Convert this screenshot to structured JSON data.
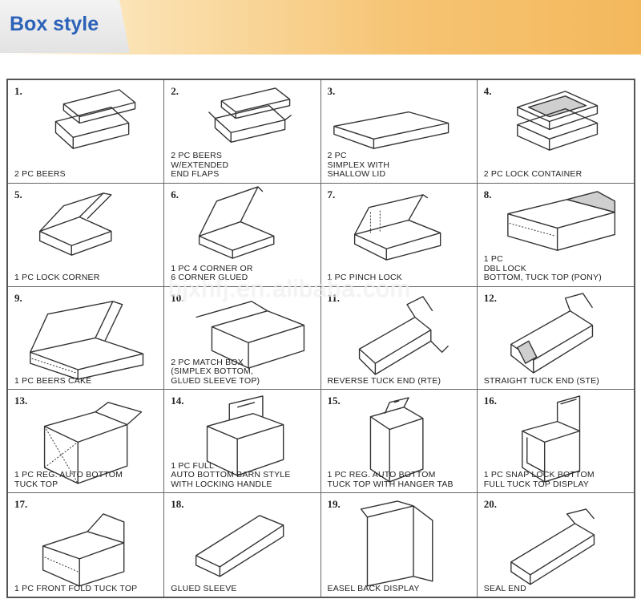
{
  "header": {
    "title": "Box style"
  },
  "watermark": "bjxhfj.en.alibaba.com",
  "styles": [
    {
      "num": "1.",
      "label": [
        "2 PC BEERS"
      ],
      "icon": "two-piece-tray-box-icon"
    },
    {
      "num": "2.",
      "label": [
        "2 PC BEERS",
        "W/EXTENDED",
        "END FLAPS"
      ],
      "icon": "two-piece-flap-tray-box-icon"
    },
    {
      "num": "3.",
      "label": [
        "2 PC",
        "SIMPLEX WITH",
        "SHALLOW LID"
      ],
      "icon": "shallow-lid-box-icon"
    },
    {
      "num": "4.",
      "label": [
        "2 PC LOCK CONTAINER"
      ],
      "icon": "lock-container-box-icon"
    },
    {
      "num": "5.",
      "label": [
        "1 PC LOCK CORNER"
      ],
      "icon": "lock-corner-box-icon"
    },
    {
      "num": "6.",
      "label": [
        "1 PC 4 CORNER OR",
        "6 CORNER GLUED"
      ],
      "icon": "corner-glued-box-icon"
    },
    {
      "num": "7.",
      "label": [
        "1 PC PINCH LOCK"
      ],
      "icon": "pinch-lock-box-icon"
    },
    {
      "num": "8.",
      "label": [
        "1 PC",
        "DBL LOCK",
        "BOTTOM, TUCK TOP (PONY)"
      ],
      "icon": "double-lock-box-icon"
    },
    {
      "num": "9.",
      "label": [
        "1 PC BEERS CAKE"
      ],
      "icon": "cake-box-icon"
    },
    {
      "num": "10.",
      "label": [
        "2 PC MATCH BOX",
        "(SIMPLEX BOTTOM,",
        "GLUED SLEEVE TOP)"
      ],
      "icon": "match-box-icon"
    },
    {
      "num": "11.",
      "label": [
        "REVERSE TUCK END (RTE)"
      ],
      "icon": "reverse-tuck-end-box-icon"
    },
    {
      "num": "12.",
      "label": [
        "STRAIGHT TUCK END (STE)"
      ],
      "icon": "straight-tuck-end-box-icon"
    },
    {
      "num": "13.",
      "label": [
        "1 PC REG. AUTO BOTTOM",
        "TUCK TOP"
      ],
      "icon": "auto-bottom-box-icon"
    },
    {
      "num": "14.",
      "label": [
        "1 PC  FULL",
        "AUTO BOTTOM BARN STYLE",
        "WITH LOCKING HANDLE"
      ],
      "icon": "barn-handle-box-icon"
    },
    {
      "num": "15.",
      "label": [
        "1 PC REG. AUTO BOTTOM",
        "TUCK TOP WITH HANGER TAB"
      ],
      "icon": "hanger-tab-box-icon"
    },
    {
      "num": "16.",
      "label": [
        "1 PC SNAP LOCK BOTTOM",
        "FULL TUCK TOP DISPLAY"
      ],
      "icon": "display-box-icon"
    },
    {
      "num": "17.",
      "label": [
        "1 PC FRONT FOLD TUCK TOP"
      ],
      "icon": "front-fold-box-icon"
    },
    {
      "num": "18.",
      "label": [
        "GLUED SLEEVE"
      ],
      "icon": "glued-sleeve-icon"
    },
    {
      "num": "19.",
      "label": [
        "EASEL BACK DISPLAY"
      ],
      "icon": "easel-back-display-icon"
    },
    {
      "num": "20.",
      "label": [
        "SEAL END"
      ],
      "icon": "seal-end-box-icon"
    }
  ]
}
